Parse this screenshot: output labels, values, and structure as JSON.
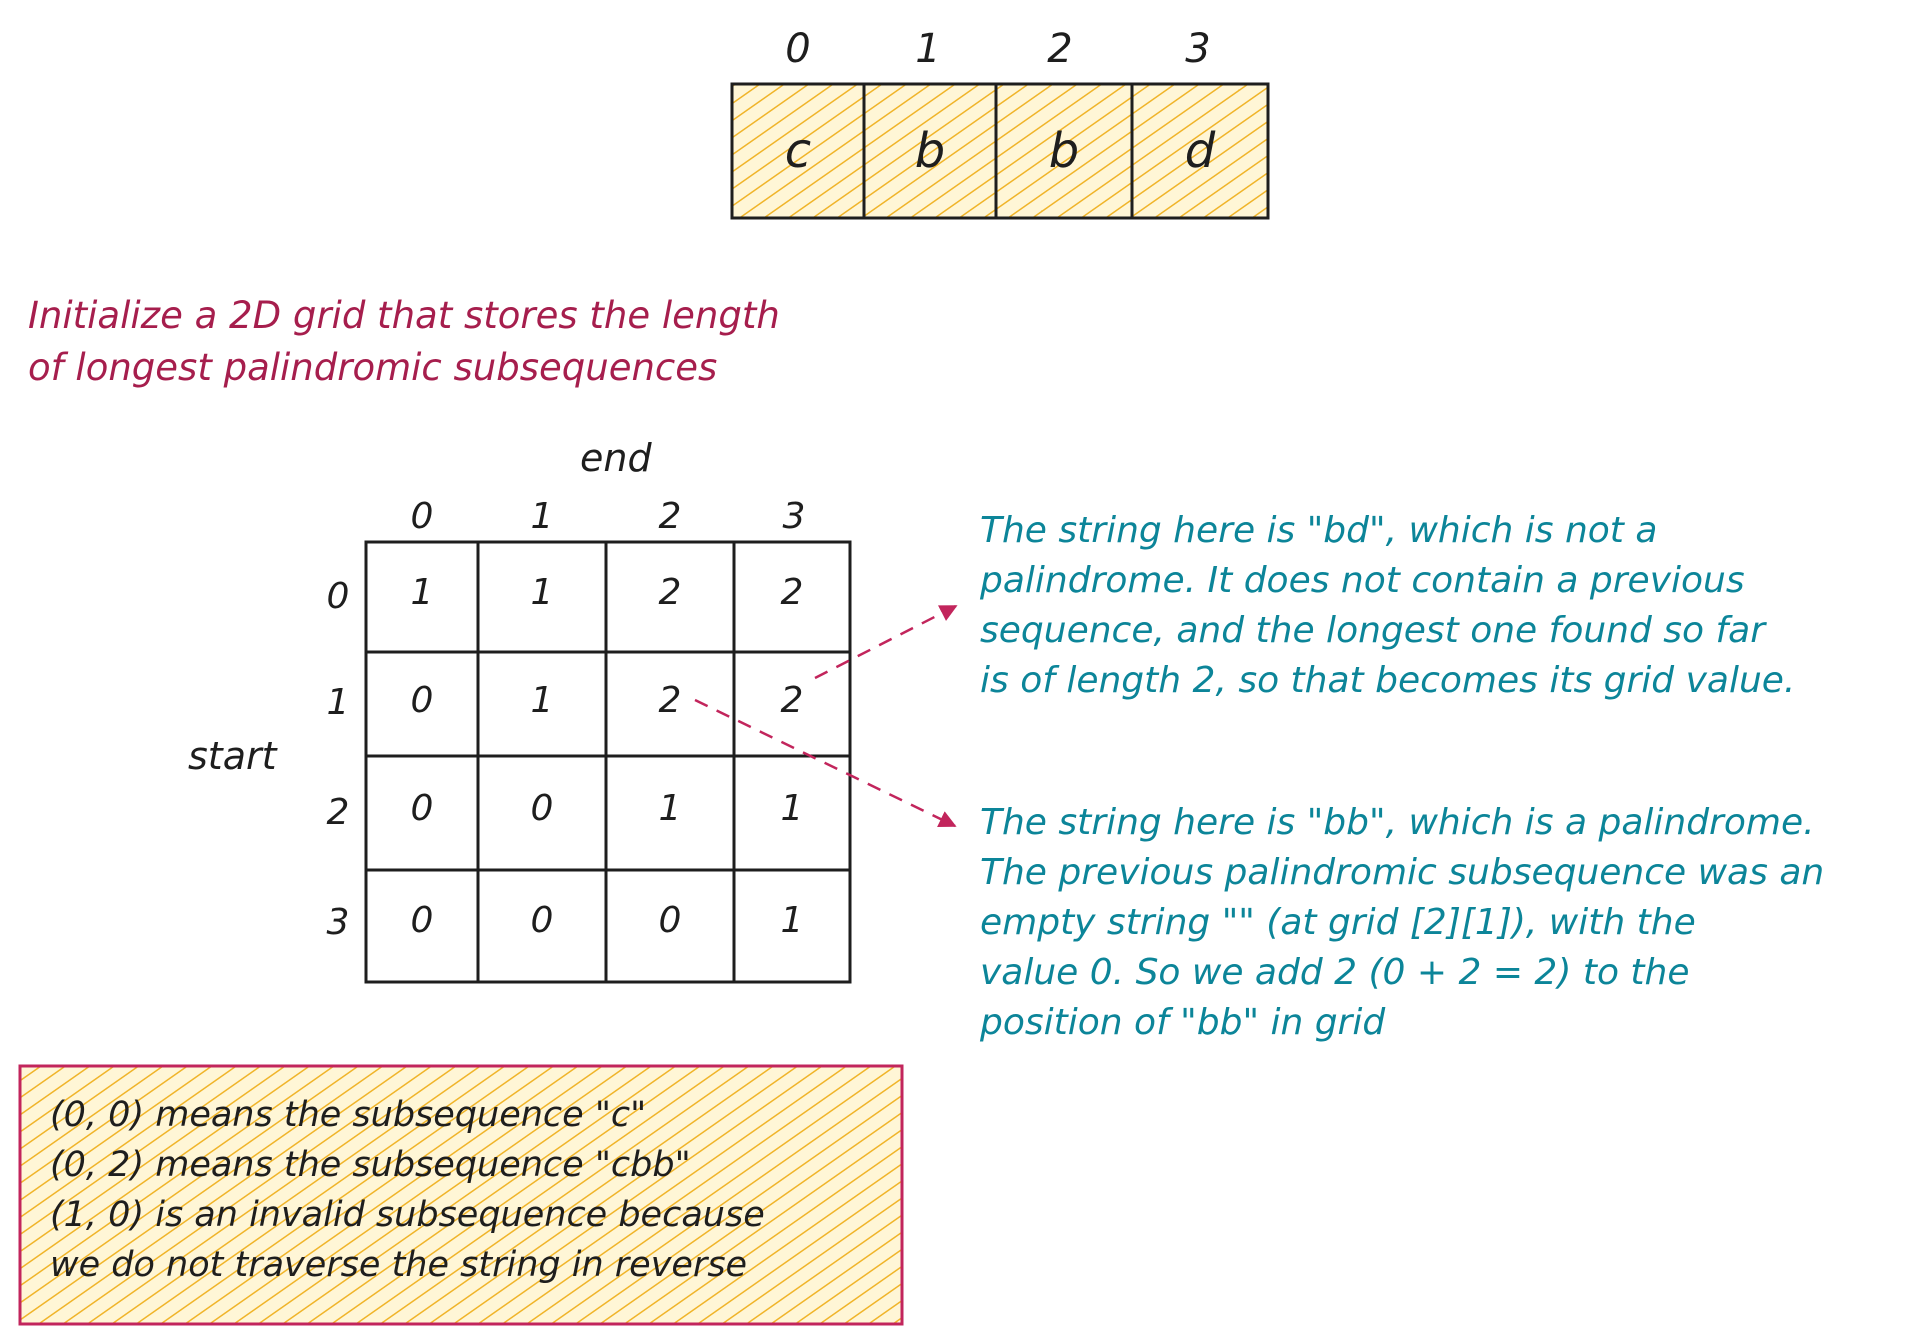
{
  "top_array": {
    "indices": [
      "0",
      "1",
      "2",
      "3"
    ],
    "chars": [
      "c",
      "b",
      "b",
      "d"
    ]
  },
  "title": "Initialize a 2D grid that stores the length\nof longest palindromic subsequences",
  "grid": {
    "end_label": "end",
    "start_label": "start",
    "col_indices": [
      "0",
      "1",
      "2",
      "3"
    ],
    "row_indices": [
      "0",
      "1",
      "2",
      "3"
    ],
    "rows": [
      [
        "1",
        "1",
        "2",
        "2"
      ],
      [
        "0",
        "1",
        "2",
        "2"
      ],
      [
        "0",
        "0",
        "1",
        "1"
      ],
      [
        "0",
        "0",
        "0",
        "1"
      ]
    ]
  },
  "notes": {
    "bd": "The string here is \"bd\", which is not a\npalindrome. It does not contain a previous\nsequence, and the longest one found so far\nis of length 2, so that becomes its grid value.",
    "bb": "The string here is \"bb\", which is a palindrome.\nThe previous palindromic subsequence was an\nempty string \"\" (at grid [2][1]), with the\nvalue 0. So we add 2 (0 + 2 = 2) to the\nposition of \"bb\" in grid"
  },
  "legend_box": {
    "lines": "(0, 0) means the subsequence \"c\"\n(0, 2) means the subsequence \"cbb\"\n(1, 0) is an invalid subsequence because\nwe do not traverse the string in reverse"
  },
  "colors": {
    "hatch_fill": "#f5c542",
    "hatch_border": "#c2255c",
    "title": "#a61e4d",
    "note": "#0c8599",
    "arrow": "#c2255c",
    "ink": "#1e1e1e"
  }
}
